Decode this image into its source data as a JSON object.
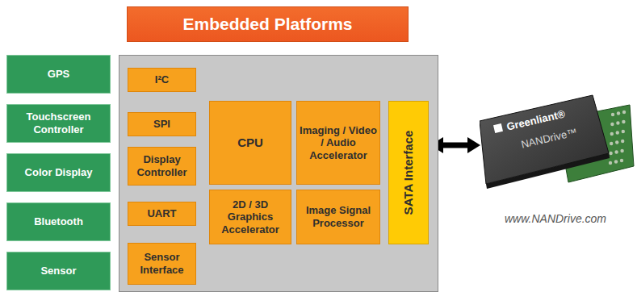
{
  "diagram": {
    "nodes": [
      {
        "text": [
          "GPS"
        ]
      },
      {
        "text": [
          "Touchscreen Controller"
        ]
      },
      {
        "text": [
          "Color Display"
        ]
      },
      {
        "text": [
          "Bluetooth"
        ]
      },
      {
        "text": [
          "Sensor"
        ]
      },
      {
        "text": [
          "Embedded Platforms"
        ]
      },
      {
        "text": [
          "I²C"
        ],
        "in": 5
      },
      {
        "text": [
          "SPI"
        ],
        "in": 5
      },
      {
        "text": [
          "Display Controller"
        ],
        "in": 5
      },
      {
        "text": [
          "UART"
        ],
        "in": 5
      },
      {
        "text": [
          "Sensor Interface"
        ],
        "in": 5
      },
      {
        "text": [
          "CPU"
        ],
        "in": 5
      },
      {
        "text": [
          "2D / 3D Graphics Accelerator"
        ],
        "in": 5
      },
      {
        "text": [
          "Imaging / Video / Audio Accelerator"
        ],
        "in": 5
      },
      {
        "text": [
          "Image Signal Processor"
        ],
        "in": 5
      },
      {
        "text": [
          "SATA Interface"
        ],
        "in": 5
      },
      {
        "text": [
          "Greenliant®",
          "NANDrive™"
        ]
      }
    ],
    "edges": [
      {
        "from": 15,
        "to": 16,
        "arrow": "both"
      }
    ],
    "labels": [
      "www.NANDrive.com"
    ]
  }
}
